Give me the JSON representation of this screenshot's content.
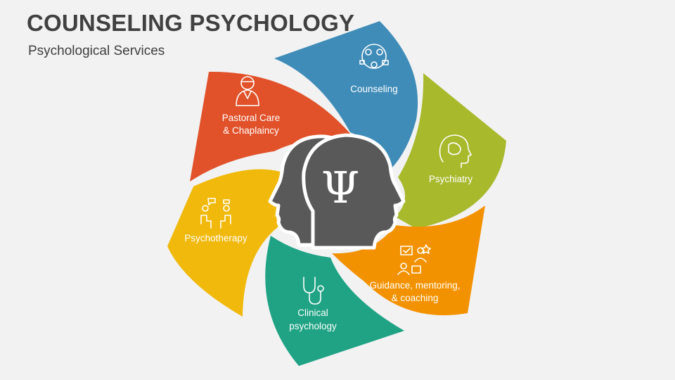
{
  "header": {
    "title": "COUNSELING PSYCHOLOGY",
    "subtitle": "Psychological Services"
  },
  "center": {
    "symbol": "Ψ",
    "color": "#595959"
  },
  "segments": [
    {
      "label_lines": [
        "Pastoral Care",
        "& Chaplaincy"
      ],
      "icon": "pastor-icon",
      "color": "#E1522A"
    },
    {
      "label_lines": [
        "Counseling"
      ],
      "icon": "counseling-people-icon",
      "color": "#3F8CB8"
    },
    {
      "label_lines": [
        "Psychiatry"
      ],
      "icon": "brain-head-icon",
      "color": "#A8B92C"
    },
    {
      "label_lines": [
        "Guidance, mentoring,",
        "& coaching"
      ],
      "icon": "mentoring-icon",
      "color": "#F39200"
    },
    {
      "label_lines": [
        "Clinical",
        "psychology"
      ],
      "icon": "stethoscope-icon",
      "color": "#1FA384"
    },
    {
      "label_lines": [
        "Psychotherapy"
      ],
      "icon": "therapy-session-icon",
      "color": "#F0B90C"
    }
  ]
}
